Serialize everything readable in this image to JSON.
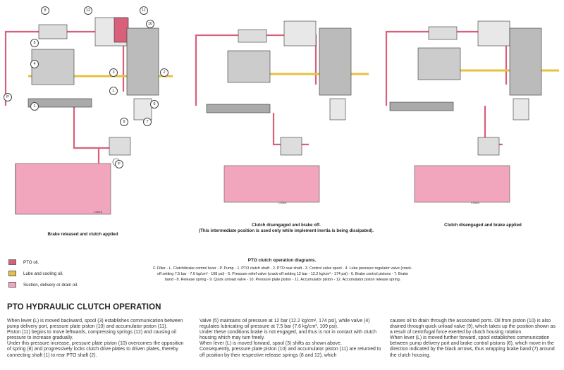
{
  "diagrams": [
    {
      "caption": "Brake released and clutch applied",
      "code": "C0610"
    },
    {
      "caption": "Clutch disengaged and brake off.",
      "caption2": "(This intermediate position is used only while implement inertia is being dissipated).",
      "code": "C0561"
    },
    {
      "caption": "Clutch disengaged and brake applied",
      "code": "C0563"
    }
  ],
  "callouts": [
    "12",
    "11",
    "10",
    "8",
    "5",
    "4",
    "3",
    "2",
    "1",
    "6",
    "7",
    "9",
    "L",
    "F",
    "P"
  ],
  "legend": [
    {
      "label": "PTO oil.",
      "color": "#d8607a"
    },
    {
      "label": "Lube and cooling oil.",
      "color": "#e8c040"
    },
    {
      "label": "Suction, delivery or drain oil.",
      "color": "#f2a6bd"
    }
  ],
  "operation": {
    "title": "PTO clutch operation diagrams.",
    "text": "F. Filter - L. Clutch/brake control lever - P. Pump - 1. PTO clutch shaft - 2. PTO rear shaft - 3. Control valve spool - 4. Lube pressure regulator valve (crack-off setting 7.5 bar - 7.6 kg/cm² - 108 psi) - 5. Pressure relief valve (crack-off setting 12 bar - 12.2 kg/cm² - 174 psi) - 6. Brake control pistons - 7. Brake band - 8. Release spring - 9. Quick unload valve - 10. Pressure plate piston - 11. Accumulator piston - 12. Accumulator piston release spring."
  },
  "heading": "PTO HYDRAULIC CLUTCH OPERATION",
  "columns": [
    [
      "When lever (L) is moved backward, spool (3) establishes communication between pump delivery port, pressure plate piston (10) and accumulator piston (11).",
      "Piston (11) begins to move leftwards, compressing springs (12) and causing oil pressure to increase gradually.",
      "Under this pressure increase, pressure plate piston (10) overcomes the opposition of spring (8) and progressively locks clutch drive plates to driven plates, thereby connecting shaft (1) to rear PTO shaft (2)."
    ],
    [
      "Valve (5) maintains oil pressure at 12 bar (12.2 kg/cm², 174 psi), while valve (4) regulates lubricating oil pressure at 7.5 bar (7.6 kg/cm², 109 psi).",
      "Under these conditions brake is not engaged, and thus is not in contact with clutch housing which may turn freely.",
      "When lever (L) is moved forward, spool (3) shifts as shown above.",
      "Consequently, pressure plate piston (10) and accumulator piston (11) are returned to off position by their respective release springs (8 and 12), which"
    ],
    [
      "causes oil to drain through the associated ports. Oil from piston (10) is also drained through quick unload valve (9), which takes up the position shown as a result of centrifugal force exerted by clutch housing rotation.",
      "When lever (L) is moved further forward, spool establishes communication between pump delivery port and brake control pistons (6), which move in the direction indicated by the black arrows, thus wrapping brake band (7) around the clutch housing."
    ]
  ]
}
